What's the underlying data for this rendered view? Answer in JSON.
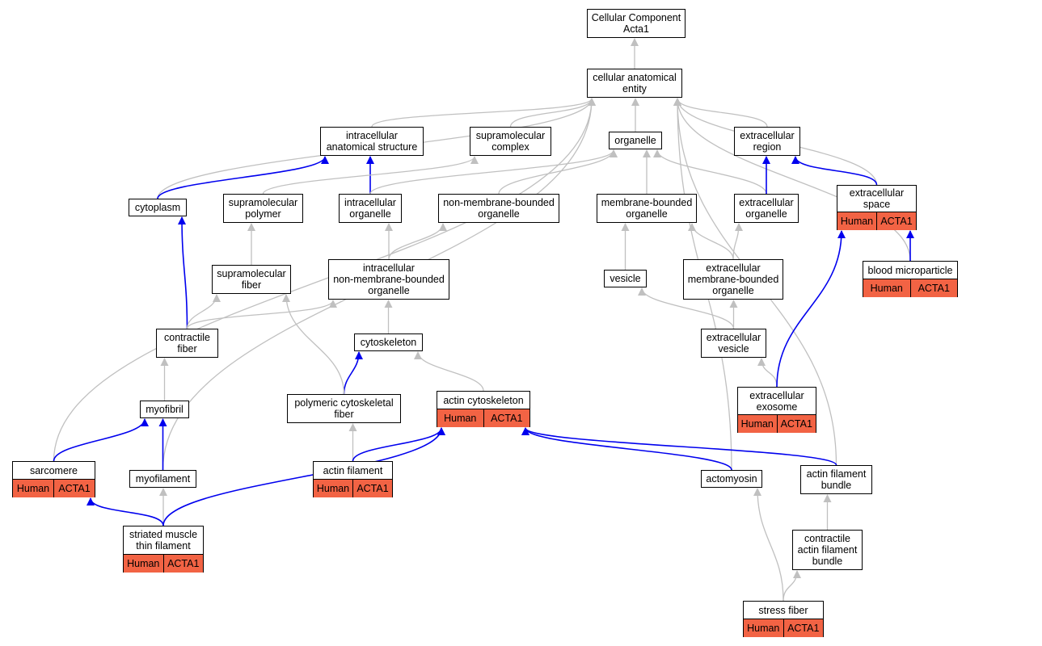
{
  "colors": {
    "is_a_edge": "#c0c0c0",
    "part_of_edge": "#0000ee",
    "annotated_fill": "#f26344",
    "node_border": "#000000"
  },
  "nodes": [
    {
      "id": "root",
      "label": "Cellular Component\nActa1"
    },
    {
      "id": "cae",
      "label": "cellular anatomical\nentity"
    },
    {
      "id": "ias",
      "label": "intracellular\nanatomical structure"
    },
    {
      "id": "smc",
      "label": "supramolecular\ncomplex"
    },
    {
      "id": "org",
      "label": "organelle"
    },
    {
      "id": "exr",
      "label": "extracellular\nregion"
    },
    {
      "id": "cyto",
      "label": "cytoplasm"
    },
    {
      "id": "smp",
      "label": "supramolecular\npolymer"
    },
    {
      "id": "iorg",
      "label": "intracellular\norganelle"
    },
    {
      "id": "nmbo",
      "label": "non-membrane-bounded\norganelle"
    },
    {
      "id": "mbo",
      "label": "membrane-bounded\norganelle"
    },
    {
      "id": "exo",
      "label": "extracellular\norganelle"
    },
    {
      "id": "exs",
      "label": "extracellular\nspace",
      "species": "Human",
      "gene": "ACTA1"
    },
    {
      "id": "smf",
      "label": "supramolecular\nfiber"
    },
    {
      "id": "inmbo",
      "label": "intracellular\nnon-membrane-bounded\norganelle"
    },
    {
      "id": "ves",
      "label": "vesicle"
    },
    {
      "id": "exmbo",
      "label": "extracellular\nmembrane-bounded\norganelle"
    },
    {
      "id": "bmp",
      "label": "blood microparticle",
      "species": "Human",
      "gene": "ACTA1"
    },
    {
      "id": "cf",
      "label": "contractile\nfiber"
    },
    {
      "id": "csk",
      "label": "cytoskeleton"
    },
    {
      "id": "exv",
      "label": "extracellular\nvesicle"
    },
    {
      "id": "myof",
      "label": "myofibril"
    },
    {
      "id": "pcf",
      "label": "polymeric cytoskeletal\nfiber"
    },
    {
      "id": "acsk",
      "label": "actin cytoskeleton",
      "species": "Human",
      "gene": "ACTA1"
    },
    {
      "id": "exso",
      "label": "extracellular\nexosome",
      "species": "Human",
      "gene": "ACTA1"
    },
    {
      "id": "sarc",
      "label": "sarcomere",
      "species": "Human",
      "gene": "ACTA1"
    },
    {
      "id": "myofil",
      "label": "myofilament"
    },
    {
      "id": "af",
      "label": "actin filament",
      "species": "Human",
      "gene": "ACTA1"
    },
    {
      "id": "actomyo",
      "label": "actomyosin"
    },
    {
      "id": "afb",
      "label": "actin filament\nbundle"
    },
    {
      "id": "smtf",
      "label": "striated muscle\nthin filament",
      "species": "Human",
      "gene": "ACTA1"
    },
    {
      "id": "cafb",
      "label": "contractile\nactin filament\nbundle"
    },
    {
      "id": "sf",
      "label": "stress fiber",
      "species": "Human",
      "gene": "ACTA1"
    }
  ],
  "edges": [
    {
      "from": "cae",
      "to": "root",
      "type": "is_a"
    },
    {
      "from": "ias",
      "to": "cae",
      "type": "is_a"
    },
    {
      "from": "smc",
      "to": "cae",
      "type": "is_a"
    },
    {
      "from": "org",
      "to": "cae",
      "type": "is_a"
    },
    {
      "from": "exr",
      "to": "cae",
      "type": "is_a"
    },
    {
      "from": "cyto",
      "to": "cae",
      "type": "is_a"
    },
    {
      "from": "exs",
      "to": "cae",
      "type": "is_a"
    },
    {
      "from": "bmp",
      "to": "cae",
      "type": "is_a"
    },
    {
      "from": "sarc",
      "to": "cae",
      "type": "is_a"
    },
    {
      "from": "myofil",
      "to": "cae",
      "type": "is_a"
    },
    {
      "from": "afb",
      "to": "cae",
      "type": "is_a"
    },
    {
      "from": "actomyo",
      "to": "cae",
      "type": "is_a"
    },
    {
      "from": "cyto",
      "to": "ias",
      "type": "part_of"
    },
    {
      "from": "iorg",
      "to": "ias",
      "type": "part_of"
    },
    {
      "from": "smp",
      "to": "smc",
      "type": "is_a"
    },
    {
      "from": "iorg",
      "to": "org",
      "type": "is_a"
    },
    {
      "from": "nmbo",
      "to": "org",
      "type": "is_a"
    },
    {
      "from": "mbo",
      "to": "org",
      "type": "is_a"
    },
    {
      "from": "exo",
      "to": "org",
      "type": "is_a"
    },
    {
      "from": "exo",
      "to": "exr",
      "type": "part_of"
    },
    {
      "from": "exs",
      "to": "exr",
      "type": "part_of"
    },
    {
      "from": "bmp",
      "to": "exs",
      "type": "part_of"
    },
    {
      "from": "smf",
      "to": "smp",
      "type": "is_a"
    },
    {
      "from": "inmbo",
      "to": "iorg",
      "type": "is_a"
    },
    {
      "from": "inmbo",
      "to": "nmbo",
      "type": "is_a"
    },
    {
      "from": "ves",
      "to": "mbo",
      "type": "is_a"
    },
    {
      "from": "exmbo",
      "to": "mbo",
      "type": "is_a"
    },
    {
      "from": "exmbo",
      "to": "exo",
      "type": "is_a"
    },
    {
      "from": "cf",
      "to": "cyto",
      "type": "part_of"
    },
    {
      "from": "cf",
      "to": "smf",
      "type": "is_a"
    },
    {
      "from": "cf",
      "to": "inmbo",
      "type": "is_a"
    },
    {
      "from": "csk",
      "to": "inmbo",
      "type": "is_a"
    },
    {
      "from": "exv",
      "to": "ves",
      "type": "is_a"
    },
    {
      "from": "exv",
      "to": "exmbo",
      "type": "is_a"
    },
    {
      "from": "myof",
      "to": "cf",
      "type": "is_a"
    },
    {
      "from": "pcf",
      "to": "csk",
      "type": "part_of"
    },
    {
      "from": "pcf",
      "to": "smf",
      "type": "is_a"
    },
    {
      "from": "acsk",
      "to": "csk",
      "type": "is_a"
    },
    {
      "from": "exso",
      "to": "exv",
      "type": "is_a"
    },
    {
      "from": "exso",
      "to": "exs",
      "type": "part_of"
    },
    {
      "from": "sarc",
      "to": "myof",
      "type": "part_of"
    },
    {
      "from": "myofil",
      "to": "myof",
      "type": "part_of"
    },
    {
      "from": "af",
      "to": "pcf",
      "type": "is_a"
    },
    {
      "from": "af",
      "to": "acsk",
      "type": "part_of"
    },
    {
      "from": "actomyo",
      "to": "acsk",
      "type": "part_of"
    },
    {
      "from": "afb",
      "to": "acsk",
      "type": "part_of"
    },
    {
      "from": "smtf",
      "to": "myofil",
      "type": "is_a"
    },
    {
      "from": "smtf",
      "to": "sarc",
      "type": "part_of"
    },
    {
      "from": "smtf",
      "to": "acsk",
      "type": "part_of"
    },
    {
      "from": "cafb",
      "to": "afb",
      "type": "is_a"
    },
    {
      "from": "sf",
      "to": "cafb",
      "type": "is_a"
    },
    {
      "from": "sf",
      "to": "actomyo",
      "type": "is_a"
    }
  ]
}
